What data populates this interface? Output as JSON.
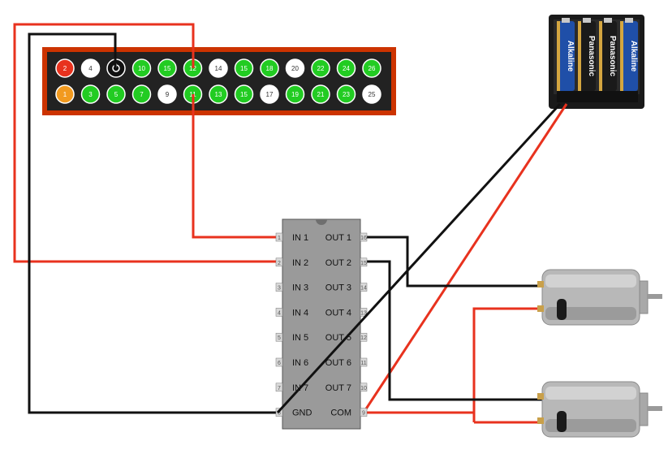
{
  "gpio_header": {
    "top_row": [
      {
        "label": "2",
        "color": "#e8321e"
      },
      {
        "label": "4",
        "color": "#ffffff"
      },
      {
        "label": "",
        "color": "#111111"
      },
      {
        "label": "10",
        "color": "#22cc22"
      },
      {
        "label": "15",
        "color": "#22cc22"
      },
      {
        "label": "12",
        "color": "#22cc22"
      },
      {
        "label": "14",
        "color": "#ffffff"
      },
      {
        "label": "15",
        "color": "#22cc22"
      },
      {
        "label": "18",
        "color": "#22cc22"
      },
      {
        "label": "20",
        "color": "#ffffff"
      },
      {
        "label": "22",
        "color": "#22cc22"
      },
      {
        "label": "24",
        "color": "#22cc22"
      },
      {
        "label": "26",
        "color": "#22cc22"
      }
    ],
    "bottom_row": [
      {
        "label": "1",
        "color": "#f29a1f"
      },
      {
        "label": "3",
        "color": "#22cc22"
      },
      {
        "label": "5",
        "color": "#22cc22"
      },
      {
        "label": "7",
        "color": "#22cc22"
      },
      {
        "label": "9",
        "color": "#ffffff"
      },
      {
        "label": "11",
        "color": "#22cc22"
      },
      {
        "label": "13",
        "color": "#22cc22"
      },
      {
        "label": "15",
        "color": "#22cc22"
      },
      {
        "label": "17",
        "color": "#ffffff"
      },
      {
        "label": "19",
        "color": "#22cc22"
      },
      {
        "label": "21",
        "color": "#22cc22"
      },
      {
        "label": "23",
        "color": "#22cc22"
      },
      {
        "label": "25",
        "color": "#ffffff"
      }
    ]
  },
  "chip": {
    "left_labels": [
      "IN 1",
      "IN 2",
      "IN 3",
      "IN 4",
      "IN 5",
      "IN 6",
      "IN 7",
      "GND"
    ],
    "right_labels": [
      "OUT 1",
      "OUT 2",
      "OUT 3",
      "OUT 4",
      "OUT 5",
      "OUT 6",
      "OUT 7",
      "COM"
    ],
    "left_pin_numbers": [
      "1",
      "2",
      "3",
      "4",
      "5",
      "6",
      "7",
      "8"
    ],
    "right_pin_numbers": [
      "16",
      "15",
      "14",
      "13",
      "12",
      "11",
      "10",
      "9"
    ]
  },
  "battery": {
    "cell_brands": [
      "Alkaline",
      "Panasonic",
      "Panasonic",
      "Alkaline"
    ]
  },
  "colors": {
    "wire_red": "#e8321e",
    "wire_black": "#111111",
    "header_border": "#cc3300",
    "header_body": "#222222",
    "chip_body": "#9a9a9a",
    "motor_body": "#b8b8b8"
  }
}
